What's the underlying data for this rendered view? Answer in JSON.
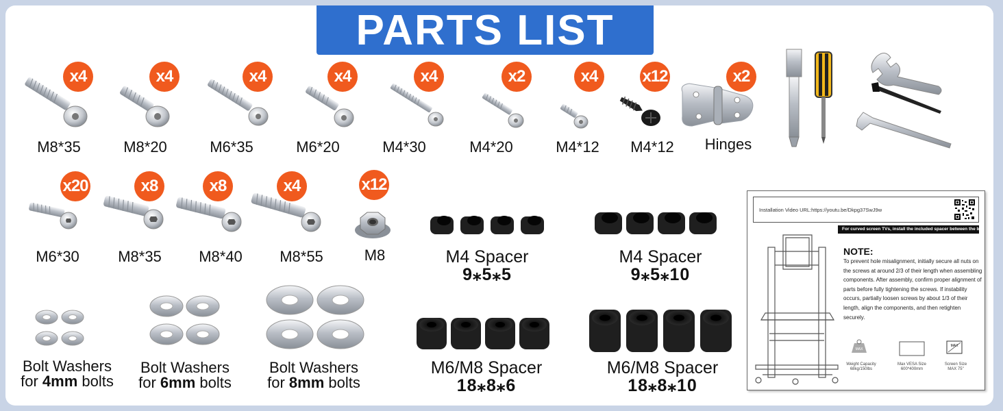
{
  "title": "PARTS LIST",
  "row1": [
    {
      "label": "M8*35",
      "qty": "x4"
    },
    {
      "label": "M8*20",
      "qty": "x4"
    },
    {
      "label": "M6*35",
      "qty": "x4"
    },
    {
      "label": "M6*20",
      "qty": "x4"
    },
    {
      "label": "M4*30",
      "qty": "x4"
    },
    {
      "label": "M4*20",
      "qty": "x2"
    },
    {
      "label": "M4*12",
      "qty": "x4"
    },
    {
      "label": "M4*12",
      "qty": "x12"
    },
    {
      "label": "Hinges",
      "qty": "x2"
    }
  ],
  "row2": [
    {
      "label": "M6*30",
      "qty": "x20"
    },
    {
      "label": "M8*35",
      "qty": "x8"
    },
    {
      "label": "M8*40",
      "qty": "x8"
    },
    {
      "label": "M8*55",
      "qty": "x4"
    },
    {
      "label": "M8",
      "qty": "x12"
    }
  ],
  "spacers": [
    {
      "name": "M4 Spacer",
      "size": "9⁎5⁎5"
    },
    {
      "name": "M4 Spacer",
      "size": "9⁎5⁎10"
    },
    {
      "name": "M6/M8 Spacer",
      "size": "18⁎8⁎6"
    },
    {
      "name": "M6/M8 Spacer",
      "size": "18⁎8⁎10"
    }
  ],
  "washers": [
    {
      "line1": "Bolt Washers",
      "pre": "for ",
      "size": "4mm",
      "post": " bolts"
    },
    {
      "line1": "Bolt Washers",
      "pre": "for ",
      "size": "6mm",
      "post": " bolts"
    },
    {
      "line1": "Bolt Washers",
      "pre": "for ",
      "size": "8mm",
      "post": " bolts"
    }
  ],
  "manual": {
    "url": "Installation Video URL:https://youtu.be/Dkpg37SwJ9w",
    "bar": "For curved screen TVs, install the included spacer between the bracket",
    "note_title": "NOTE:",
    "note_body": "To prevent hole misalignment, initially secure all nuts on the screws at around 2/3 of their length when assembling components. After assembly, confirm proper alignment of parts before fully tightening the screws. If instability occurs, partially loosen screws by about 1/3 of their length, align the components, and then retighten securely.",
    "spec1": [
      "Weight Capacity",
      "68kg/150lbs"
    ],
    "spec2": [
      "Max VESA Size",
      "600*400mm"
    ],
    "spec3": [
      "Screen Size",
      "MAX 75\""
    ]
  },
  "colors": {
    "banner": "#2f6fce",
    "badge": "#f05a1e",
    "metal": "#c8ccd2",
    "spacer": "#1f1f1f"
  }
}
